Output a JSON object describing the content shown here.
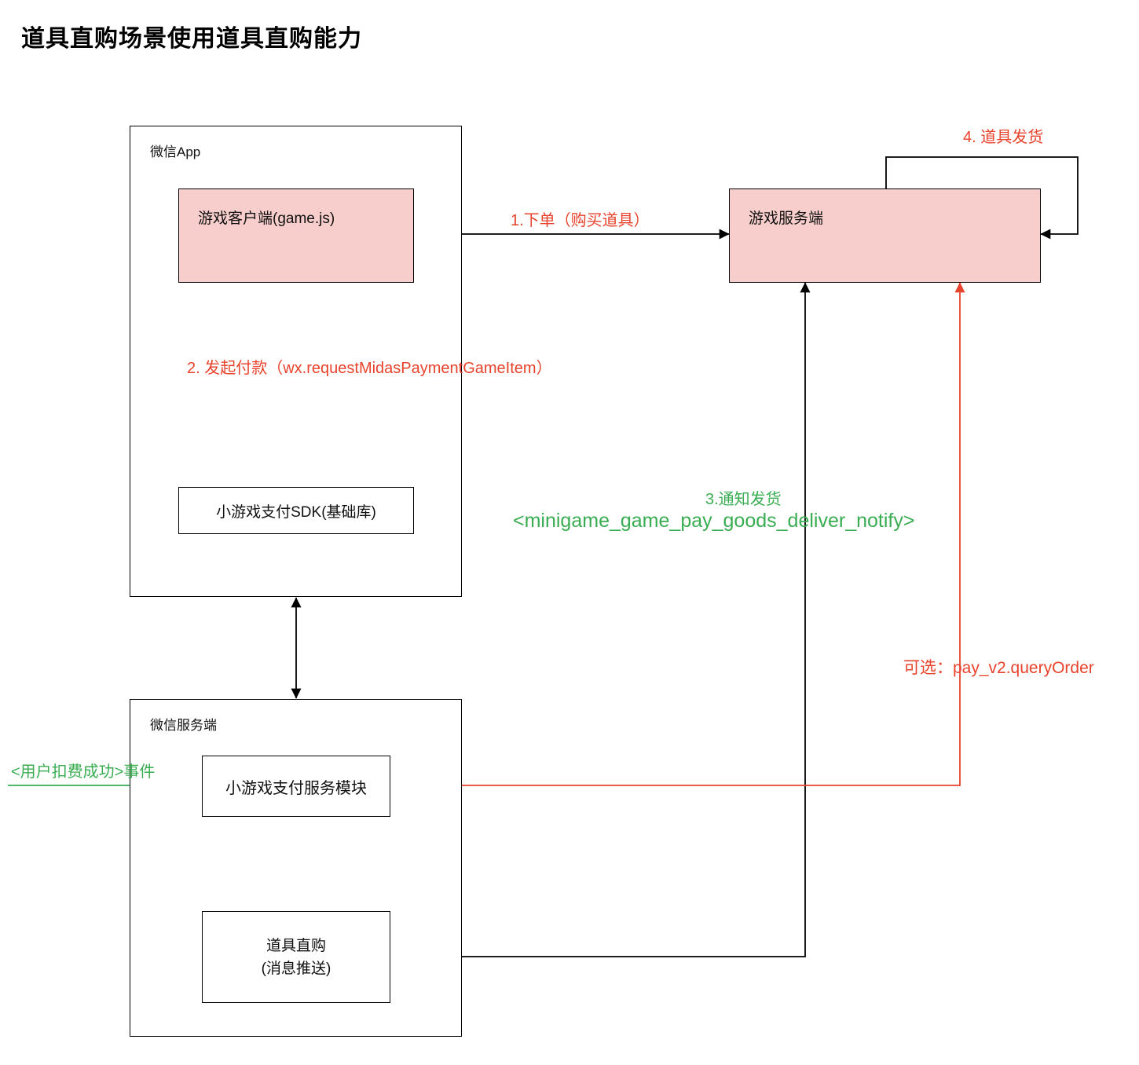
{
  "title": "道具直购场景使用道具直购能力",
  "colors": {
    "box_fill_pink": "#f8cecc",
    "red": "#e8432d",
    "green": "#3aad52",
    "line_black": "#000000"
  },
  "containers": {
    "wechat_app": {
      "label": "微信App"
    },
    "wechat_server": {
      "label": "微信服务端"
    }
  },
  "nodes": {
    "game_client": {
      "label": "游戏客户端(game.js)"
    },
    "pay_sdk": {
      "label": "小游戏支付SDK(基础库)"
    },
    "game_server": {
      "label": "游戏服务端"
    },
    "pay_service_module": {
      "label": "小游戏支付服务模块"
    },
    "item_direct_purchase": {
      "line1": "道具直购",
      "line2": "(消息推送)"
    }
  },
  "edges": {
    "order": {
      "label": "1.下单（购买道具）"
    },
    "request_payment": {
      "label": "2. 发起付款（wx.requestMidasPaymentGameItem）"
    },
    "notify_delivery": {
      "line1": "3.通知发货",
      "line2": "<minigame_game_pay_goods_deliver_notify>"
    },
    "item_delivery": {
      "label": "4. 道具发货"
    },
    "query_order": {
      "label": "可选：pay_v2.queryOrder"
    },
    "deduct_event": {
      "label": "<用户扣费成功>事件"
    }
  }
}
